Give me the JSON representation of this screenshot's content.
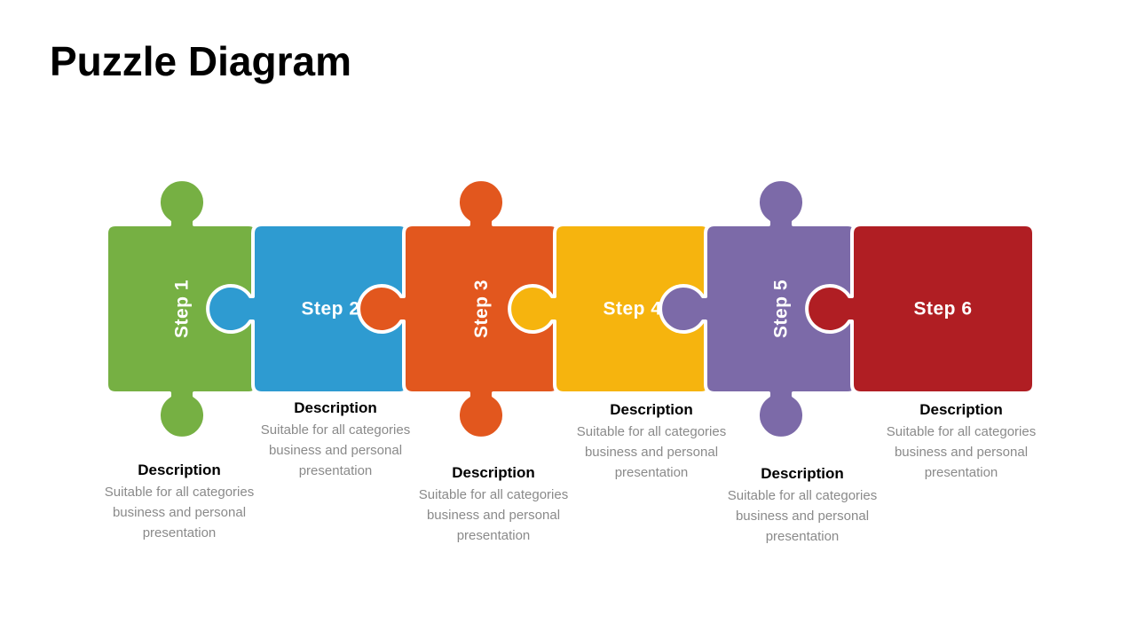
{
  "slide": {
    "title": "Puzzle Diagram",
    "background_color": "#FFFFFF"
  },
  "steps": [
    {
      "label": "Step 1",
      "color": "#76B043",
      "text_orientation": "vertical",
      "description_title": "Description",
      "description_body": "Suitable for all categories business and personal presentation"
    },
    {
      "label": "Step 2",
      "color": "#2E9BD1",
      "text_orientation": "horizontal",
      "description_title": "Description",
      "description_body": "Suitable for all categories business and personal presentation"
    },
    {
      "label": "Step 3",
      "color": "#E2571E",
      "text_orientation": "vertical",
      "description_title": "Description",
      "description_body": "Suitable for all categories business and personal presentation"
    },
    {
      "label": "Step 4",
      "color": "#F6B40E",
      "text_orientation": "horizontal",
      "description_title": "Description",
      "description_body": "Suitable for all categories business and personal presentation"
    },
    {
      "label": "Step 5",
      "color": "#7C6AA8",
      "text_orientation": "vertical",
      "description_title": "Description",
      "description_body": "Suitable for all categories business and personal presentation"
    },
    {
      "label": "Step 6",
      "color": "#B01E23",
      "text_orientation": "horizontal",
      "description_title": "Description",
      "description_body": "Suitable for all categories business and personal presentation"
    }
  ]
}
